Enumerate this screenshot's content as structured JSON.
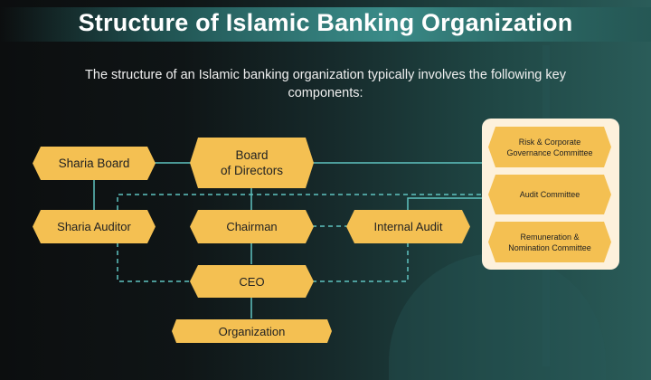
{
  "header": {
    "title": "Structure of Islamic Banking Organization",
    "subtitle": "The structure of an Islamic banking organization typically involves the following key components:"
  },
  "colors": {
    "node_fill": "#f4c052",
    "connector": "#5fc3c0",
    "panel": "#fdf1dc",
    "title_band": "#3a8b88"
  },
  "nodes": {
    "sharia_board": "Sharia Board",
    "board_line1": "Board",
    "board_line2": "of Directors",
    "sharia_auditor": "Sharia Auditor",
    "chairman": "Chairman",
    "internal_audit": "Internal Audit",
    "ceo": "CEO",
    "organization": "Organization"
  },
  "committees": {
    "risk_line1": "Risk & Corporate",
    "risk_line2": "Governance Committee",
    "audit": "Audit Committee",
    "remun_line1": "Remuneration &",
    "remun_line2": "Nomination Committee"
  }
}
